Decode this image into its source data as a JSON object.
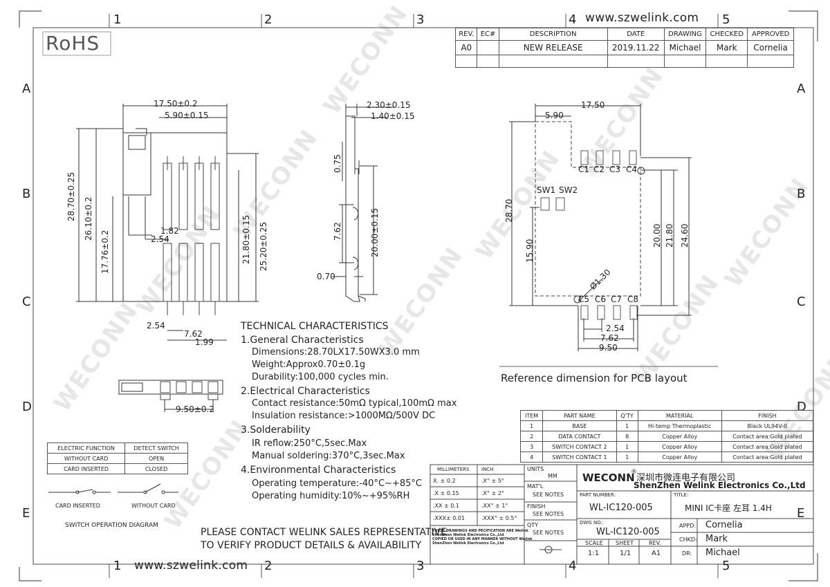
{
  "grid": {
    "cols": [
      "1",
      "2",
      "3",
      "4",
      "5"
    ],
    "rows": [
      "A",
      "B",
      "C",
      "D",
      "E"
    ]
  },
  "website": "www.szwelink.com",
  "rohs": "RoHS",
  "watermark": "WECONN",
  "revision_table": {
    "headers": [
      "REV.",
      "EC#",
      "DESCRIPTION",
      "DATE",
      "DRAWING",
      "CHECKED",
      "APPROVED"
    ],
    "row": [
      "A0",
      "",
      "NEW RELEASE",
      "2019.11.22",
      "Michael",
      "Mark",
      "Cornelia"
    ]
  },
  "views": {
    "side": {
      "dims": [
        "2.30±0.15",
        "1.40±0.15",
        "0.75",
        "7.62",
        "20.00±0.15",
        "0.70"
      ]
    },
    "front": {
      "dims": [
        "17.50±0.2",
        "5.90±0.15",
        "28.70±0.25",
        "26.10±0.2",
        "17.76±0.2",
        "1.82",
        "2.54",
        "21.80±0.15",
        "25.20±0.25",
        "2.54",
        "7.62",
        "1.99"
      ]
    },
    "bottom": {
      "dims": [
        "9.50±0.2"
      ]
    },
    "pcb": {
      "dims": [
        "17.50",
        "5.90",
        "28.70",
        "15.90",
        "20.00",
        "21.80",
        "24.60",
        "Ø1.30",
        "2.54",
        "7.62",
        "9.50"
      ],
      "pads_top": [
        "C1",
        "C2",
        "C3",
        "C4"
      ],
      "pads_bottom": [
        "C5",
        "C6",
        "C7",
        "C8"
      ],
      "switches": [
        "SW1",
        "SW2"
      ],
      "caption": "Reference dimension for PCB layout"
    }
  },
  "tech": {
    "title": "TECHNICAL CHARACTERISTICS",
    "lines": [
      {
        "t": "1.General Characteristics",
        "h": true
      },
      {
        "t": "Dimensions:28.70LX17.50WX3.0 mm",
        "h": false
      },
      {
        "t": "Weight:Approx0.70±0.1g",
        "h": false
      },
      {
        "t": "Durability:100,000 cycles min.",
        "h": false
      },
      {
        "t": "2.Electrical Characteristics",
        "h": true
      },
      {
        "t": "Contact resistance:50mΩ typical,100mΩ max",
        "h": false
      },
      {
        "t": "Insulation resistance:>1000MΩ/500V DC",
        "h": false
      },
      {
        "t": "3.Solderability",
        "h": true
      },
      {
        "t": "IR reflow:250°C,5sec.Max",
        "h": false
      },
      {
        "t": "Manual soldering:370°C,3sec.Max",
        "h": false
      },
      {
        "t": "4.Environmental Characteristics",
        "h": true
      },
      {
        "t": "Operating temperature:-40°C~+85°C",
        "h": false
      },
      {
        "t": "Operating humidity:10%~+95%RH",
        "h": false
      }
    ]
  },
  "switch_table": {
    "headers": [
      "ELECTRIC FUNCTION",
      "DETECT SWITCH"
    ],
    "rows": [
      [
        "WITHOUT CARD",
        "OPEN"
      ],
      [
        "CARD INSERTED",
        "CLOSED"
      ]
    ],
    "labels": [
      "CARD INSERTED",
      "WITHOUT CARD"
    ],
    "caption": "SWITCH OPERATION DIAGRAM"
  },
  "notice": [
    "PLEASE CONTACT WELINK SALES REPRESENTATIVE",
    "TO VERIFY PRODUCT DETAILS & AVAILABILITY"
  ],
  "bom": {
    "headers": [
      "ITEM",
      "PART NAME",
      "Q'TY",
      "MATERIAL",
      "FINISH"
    ],
    "rows": [
      [
        "1",
        "BASE",
        "1",
        "Hi-temp Thermoplastic",
        "Black UL94V-0"
      ],
      [
        "2",
        "DATA CONTACT",
        "8",
        "Copper Alloy",
        "Contact area:Gold plated"
      ],
      [
        "3",
        "SWITCH CONTACT 2",
        "1",
        "Copper Alloy",
        "Contact area:Gold plated"
      ],
      [
        "4",
        "SWITCH CONTACT 1",
        "1",
        "Copper Alloy",
        "Contact area:Gold plated"
      ]
    ]
  },
  "tolerance": {
    "headers": [
      "MILLIMETERS",
      "INCH"
    ],
    "rows": [
      [
        "X. ± 0.2",
        ".X° ± 5°"
      ],
      [
        ".X ± 0.15",
        ".X° ± 2°"
      ],
      [
        ".XX ± 0.1",
        ".XX° ± 1°"
      ],
      [
        ".XXX± 0.01",
        ".XXX° ± 0.5°"
      ]
    ],
    "fine": [
      "THESE DRAWINGS AND PECIFICATION ARE Welink",
      "ShenZhen Welink Electronics Co.,Ltd",
      "COPIED OR USED IN ANY MANNER WITHOUT Welink",
      "ShenZhen Welink Electronics Co.,Ltd"
    ]
  },
  "title_block": {
    "units_label": "UNITS",
    "units_value": "MM",
    "matl_label": "MAT'L",
    "matl_value": "SEE NOTES",
    "finish_label": "FINISH",
    "finish_value": "SEE NOTES",
    "qty_label": "QTY",
    "qty_value": "SEE NOTES",
    "logo": "WECONN",
    "company_cn": "深圳市微连电子有限公司",
    "company_en": "ShenZhen Welink Electronics Co.,Ltd",
    "part_label": "PART NUMBER:",
    "part_number": "WL-IC120-005",
    "title_label": "TITLE:",
    "title": "MINI IC卡座 左耳 1.4H",
    "dwg_label": "DWG NO.:",
    "dwg_number": "WL-IC120-005",
    "scale_label": "SCALE",
    "scale": "1:1",
    "sheet_label": "SHEET",
    "sheet": "1/1",
    "rev_label": "REV.",
    "rev": "A1",
    "appd_label": "APPD:",
    "appd": "Cornelia",
    "chkd_label": "CHKD:",
    "chkd": "Mark",
    "dr_label": "DR:",
    "dr": "Michael"
  }
}
